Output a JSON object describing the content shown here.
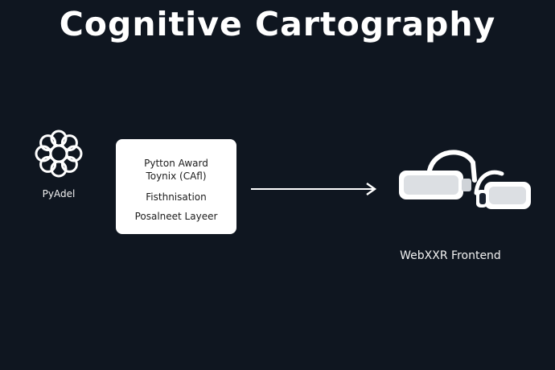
{
  "title": "Cognitive Cartography",
  "source_node": {
    "label": "PyAdel",
    "icon": "knot-logo-icon"
  },
  "process_box": {
    "lines": [
      "Pytton Award",
      "Toynix (CAfl)",
      "Fisthnisation",
      "Posalneet Layeer"
    ]
  },
  "target_node": {
    "label": "WebXXR Frontend",
    "icon": "vr-headset-icon"
  },
  "colors": {
    "background": "#0f1620",
    "foreground": "#ffffff",
    "box_text": "#1c1c1c"
  }
}
